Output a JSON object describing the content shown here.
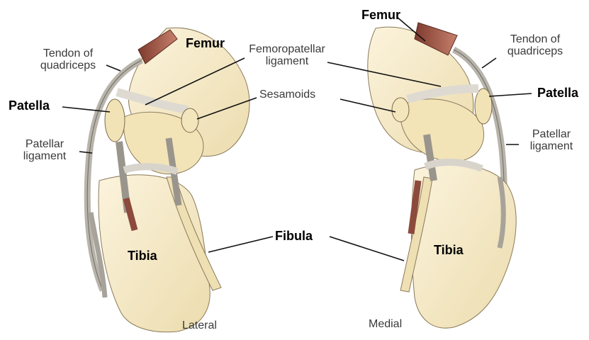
{
  "labels": {
    "femur": "Femur",
    "tendon_of_quadriceps": "Tendon of quadriceps",
    "femoropatellar_ligament": "Femoropatellar ligament",
    "sesamoids": "Sesamoids",
    "patella": "Patella",
    "patellar_ligament": "Patellar ligament",
    "fibula": "Fibula",
    "tibia": "Tibia",
    "lateral": "Lateral",
    "medial": "Medial"
  },
  "colors": {
    "bone_fill": "#f7eccd",
    "bone_shade": "#e8d7a8",
    "muscle": "#a05a4a",
    "ligament": "#d8d4cc",
    "outline": "#555555",
    "leader_line": "#111111"
  }
}
